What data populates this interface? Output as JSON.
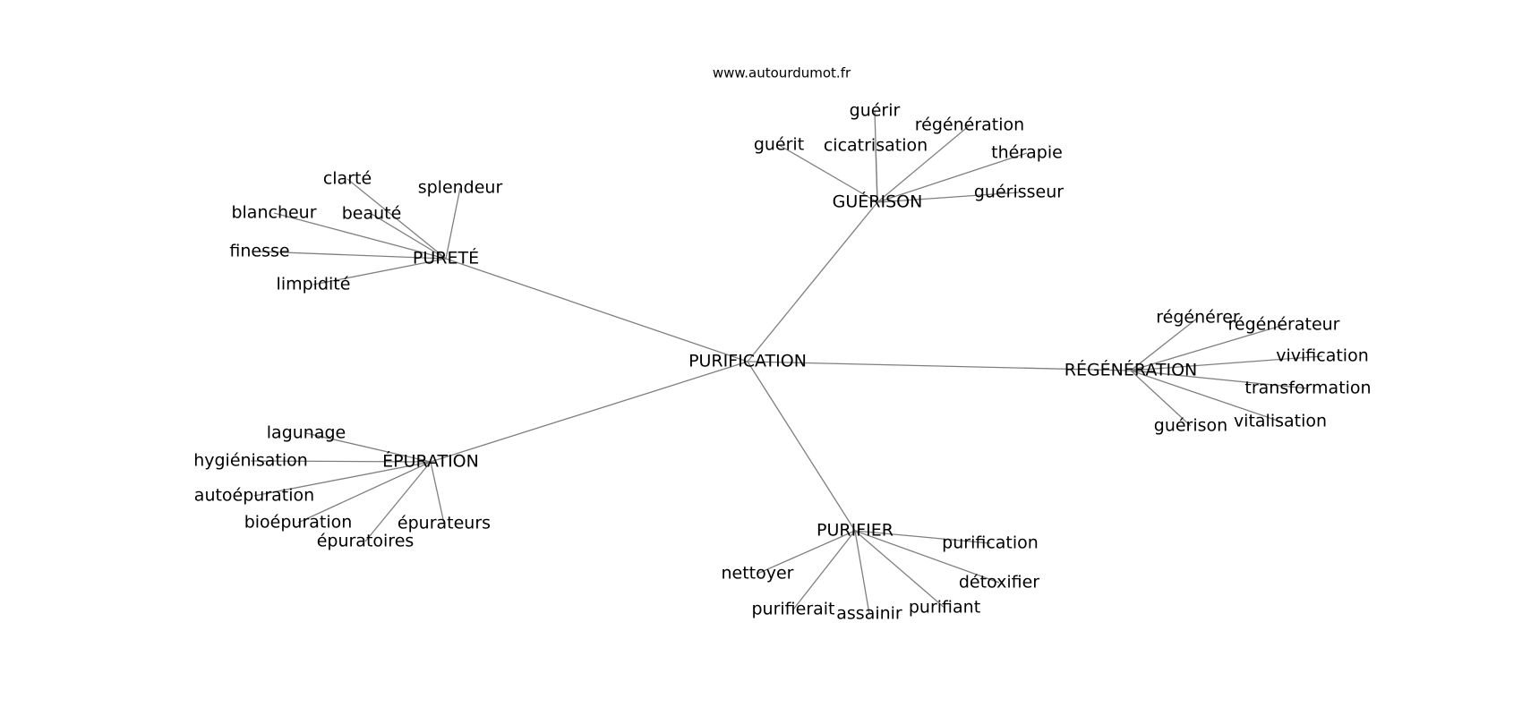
{
  "source_url": "www.autourdumot.fr",
  "graph": {
    "center": "PURIFICATION",
    "hubs": [
      {
        "id": "pureté",
        "label": "PURETÉ",
        "leaves": [
          "clarté",
          "splendeur",
          "blancheur",
          "beauté",
          "finesse",
          "limpidité"
        ]
      },
      {
        "id": "guérison",
        "label": "GUÉRISON",
        "leaves": [
          "guérir",
          "régénération",
          "guérit",
          "cicatrisation",
          "thérapie",
          "guérisseur"
        ]
      },
      {
        "id": "régénération",
        "label": "RÉGÉNÉRATION",
        "leaves": [
          "régénérer",
          "régénérateur",
          "vivification",
          "transformation",
          "guérison",
          "vitalisation"
        ]
      },
      {
        "id": "épuration",
        "label": "ÉPURATION",
        "leaves": [
          "lagunage",
          "hygiénisation",
          "autoépuration",
          "bioépuration",
          "épuratoires",
          "épurateurs"
        ]
      },
      {
        "id": "purifier",
        "label": "PURIFIER",
        "leaves": [
          "purification",
          "nettoyer",
          "détoxifier",
          "purifierait",
          "assainir",
          "purifiant"
        ]
      }
    ]
  }
}
